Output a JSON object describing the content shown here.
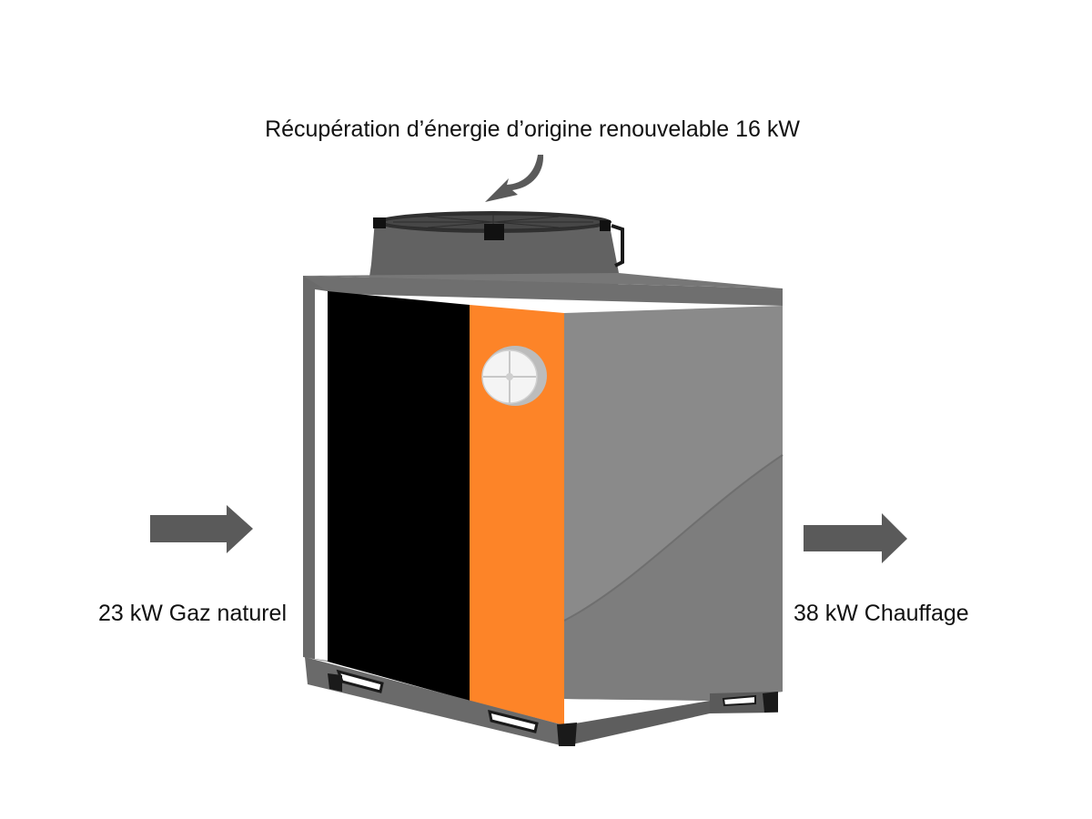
{
  "labels": {
    "top": "Récupération d’énergie d’origine renouvelable 16 kW",
    "input": "23 kW Gaz naturel",
    "output": "38 kW Chauffage"
  },
  "colors": {
    "arrow": "#5a5a5a",
    "body_side": "#8a8a8a",
    "body_dark": "#6d6d6d",
    "panel_black": "#000000",
    "panel_orange": "#fd8428",
    "top_plate": "#6f6f6f",
    "fan_housing": "#626262",
    "fan_grille": "#3d3d3d",
    "background": "#ffffff"
  },
  "icons": {
    "renewable_arrow": "curved-arrow-down-icon",
    "input_arrow": "arrow-right-icon",
    "output_arrow": "arrow-right-icon",
    "unit": "heat-pump-unit-icon",
    "gauge": "gauge-window-icon"
  }
}
